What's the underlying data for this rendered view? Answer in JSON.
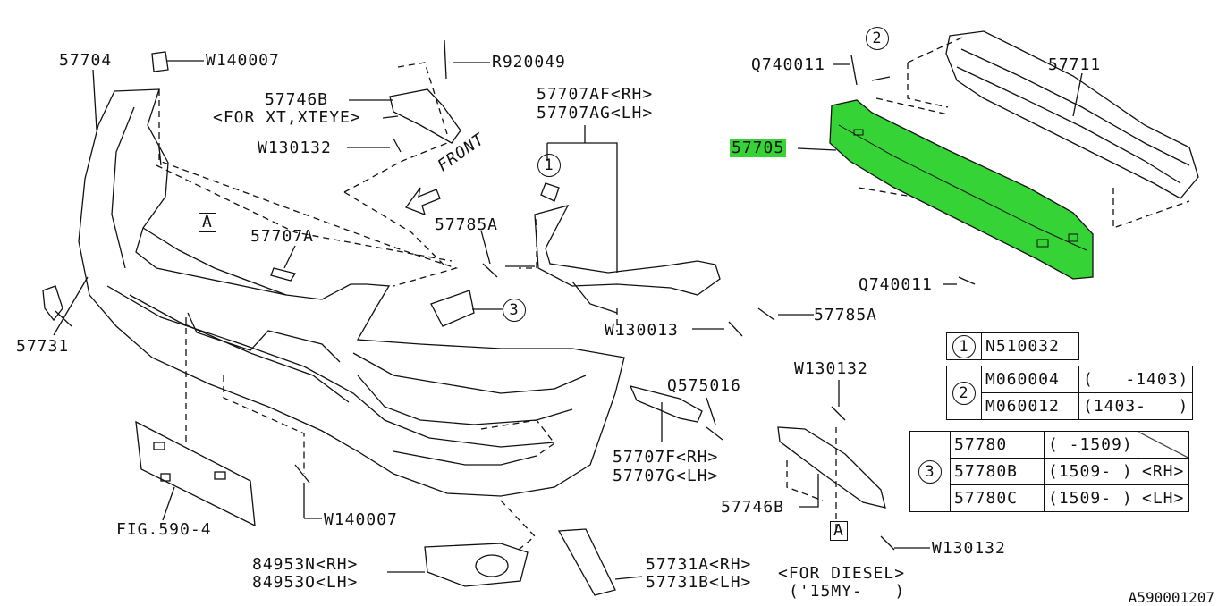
{
  "labels": {
    "l57704": "57704",
    "lW140007a": "W140007",
    "lR920049": "R920049",
    "l57746B_top": "57746B",
    "lForXt": "<FOR XT,XTEYE>",
    "lW130132a": "W130132",
    "lFront": "FRONT",
    "l57707AF": "57707AF<RH>",
    "l57707AG": "57707AG<LH>",
    "lQ740011a": "Q740011",
    "l57711": "57711",
    "l57705": "57705",
    "l57785A_a": "57785A",
    "l57707A": "57707A",
    "lA1": "A",
    "l57731": "57731",
    "lQ740011b": "Q740011",
    "l57785A_b": "57785A",
    "lW130013": "W130013",
    "lW130132b": "W130132",
    "lQ575016": "Q575016",
    "l57707F": "57707F<RH>",
    "l57707G": "57707G<LH>",
    "l57746B_bot": "57746B",
    "lA2": "A",
    "lW130132c": "W130132",
    "lW140007b": "W140007",
    "lFig": "FIG.590-4",
    "l84953N": "84953N<RH>",
    "l84953O": "84953O<LH>",
    "l57731A": "57731A<RH>",
    "l57731B": "57731B<LH>",
    "lForDiesel": "<FOR DIESEL>",
    "l15MY": "('15MY-   )",
    "c1": "1",
    "c2": "2",
    "c3": "3",
    "corner": "A590001207"
  },
  "table1": {
    "ref": "1",
    "part": "N510032"
  },
  "table2": {
    "ref": "2",
    "rows": [
      {
        "part": "M060004",
        "range": "(   -1403)"
      },
      {
        "part": "M060012",
        "range": "(1403-   )"
      }
    ]
  },
  "table3": {
    "ref": "3",
    "rows": [
      {
        "part": "57780",
        "range": "( -1509)",
        "side": ""
      },
      {
        "part": "57780B",
        "range": "(1509- )",
        "side": "<RH>"
      },
      {
        "part": "57780C",
        "range": "(1509- )",
        "side": "<LH>"
      }
    ]
  },
  "colors": {
    "highlight": "#35d335",
    "line": "#111111"
  }
}
